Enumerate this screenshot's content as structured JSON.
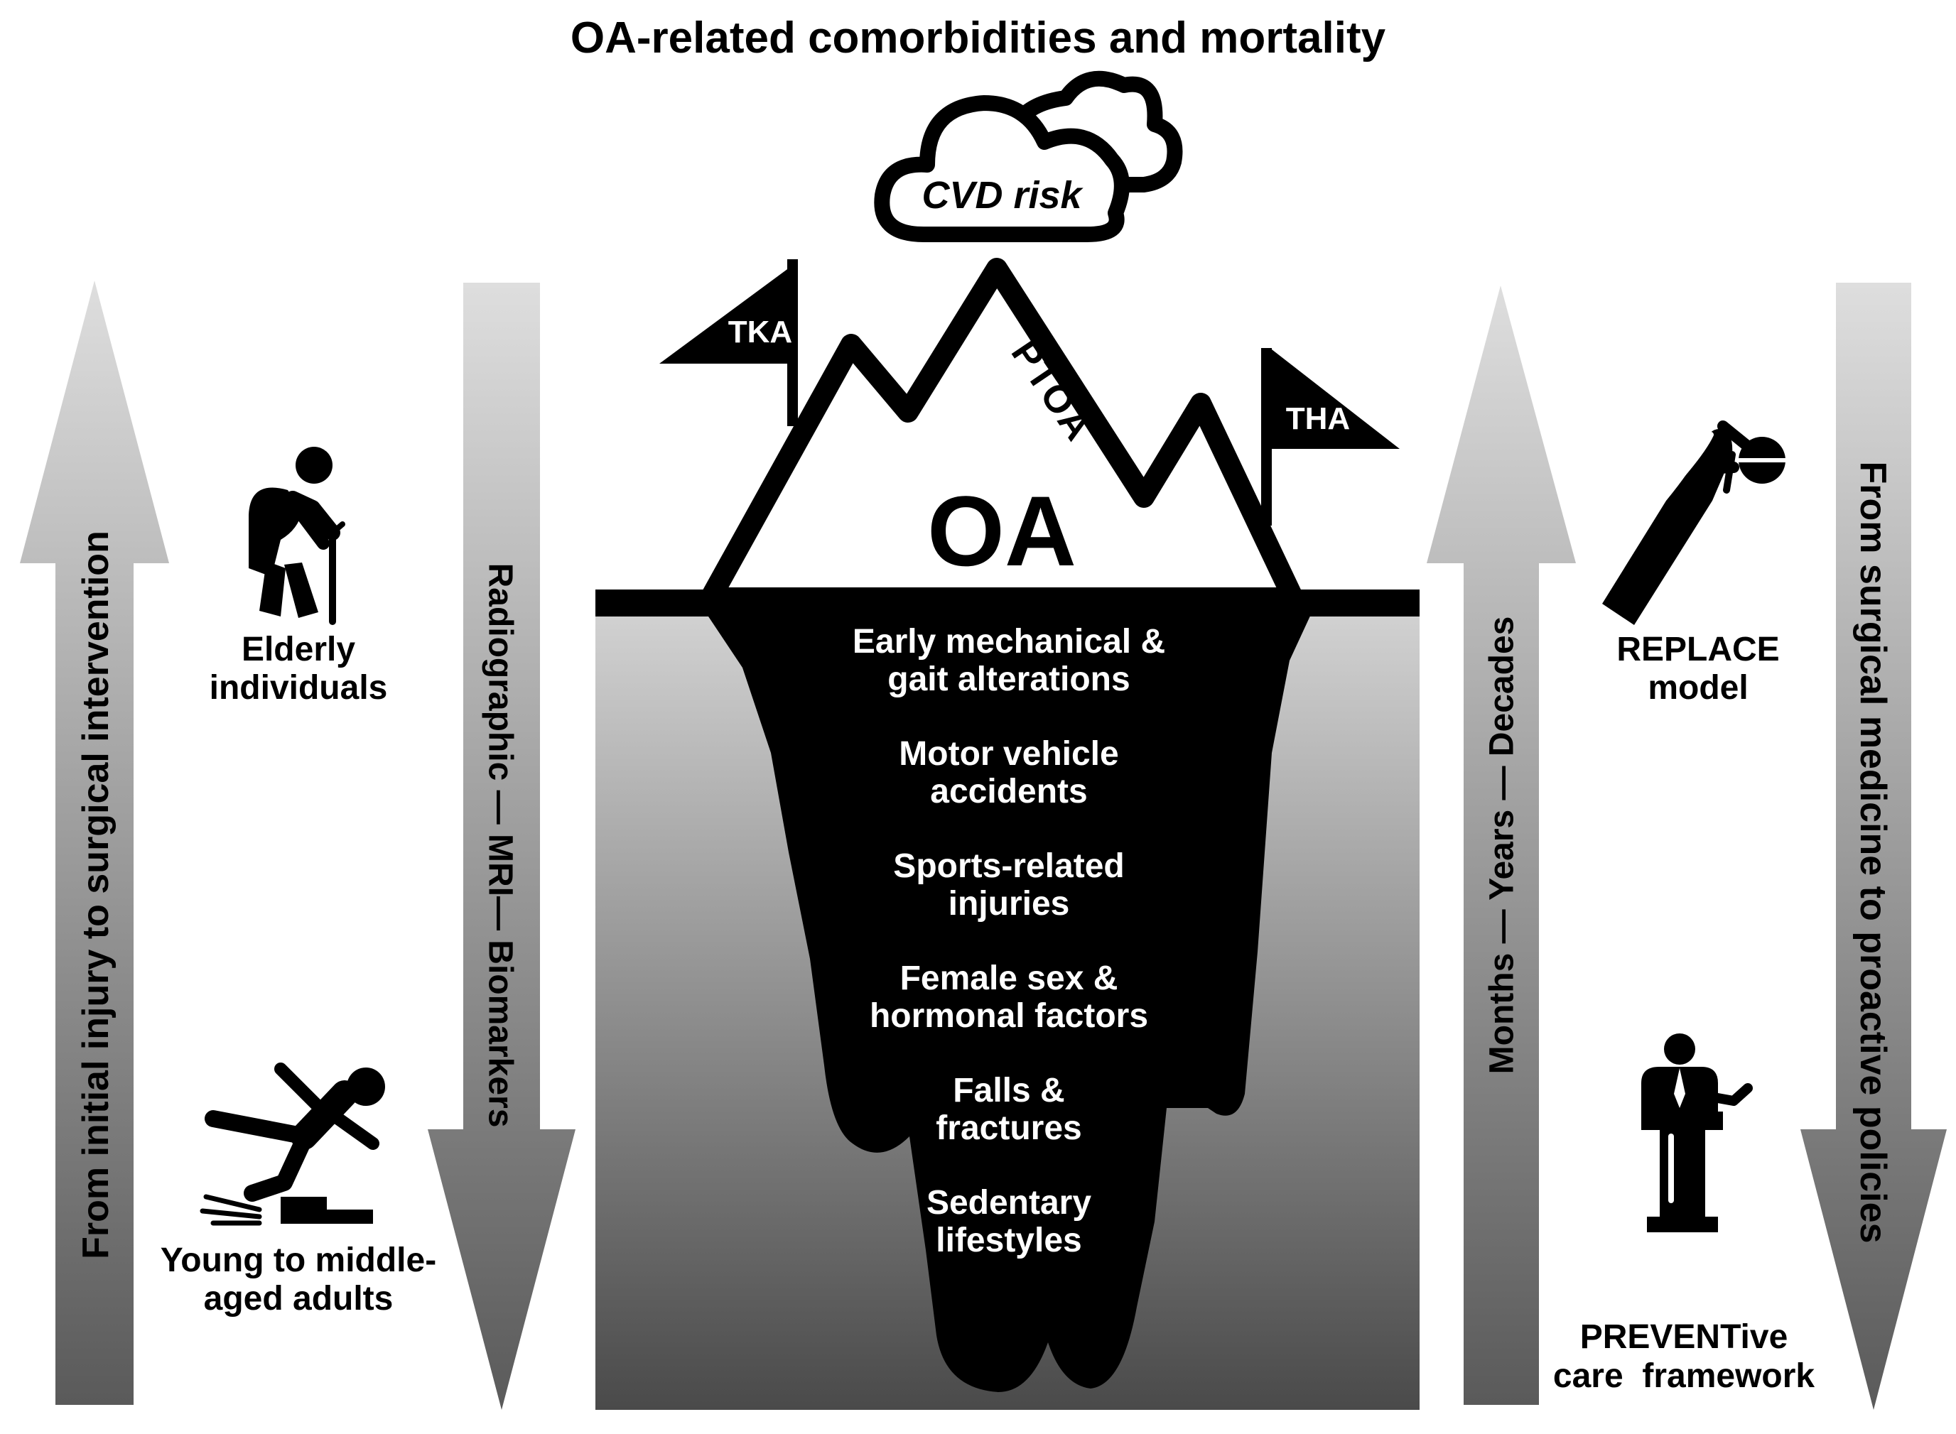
{
  "title": "OA-related comorbidities and mortality",
  "cloud_label": "CVD risk",
  "flags": {
    "left": "TKA",
    "right": "THA"
  },
  "mountain": {
    "ridge_label": "PTOA",
    "main_label": "OA"
  },
  "iceberg_items": [
    {
      "line1": "Early mechanical &",
      "line2": "gait alterations"
    },
    {
      "line1": "Motor vehicle",
      "line2": "accidents"
    },
    {
      "line1": "Sports-related",
      "line2": "injuries"
    },
    {
      "line1": "Female sex &",
      "line2": "hormonal factors"
    },
    {
      "line1": "Falls &",
      "line2": "fractures"
    },
    {
      "line1": "Sedentary",
      "line2": "lifestyles"
    }
  ],
  "arrows": {
    "left_outer": "From initial injury to surgical intervention",
    "left_inner": "Radiographic — MRI— Biomarkers",
    "right_inner": "Months — Years — Decades",
    "right_outer": "From surgical medicine to proactive policies"
  },
  "groups": {
    "elderly": {
      "line1": "Elderly",
      "line2": "individuals"
    },
    "young": {
      "line1": "Young to middle-",
      "line2": "aged adults"
    },
    "replace": {
      "line1": "REPLACE",
      "line2": "model"
    },
    "prevent": {
      "line1": "PREVENTive",
      "line2": "care  framework"
    }
  },
  "icons": [
    "elderly-person-icon",
    "falling-person-icon",
    "hip-implant-icon",
    "speaker-at-podium-icon",
    "cloud-icon",
    "flag-icon"
  ],
  "colors": {
    "ink": "#000000",
    "arrow_light": "#d9d9d9",
    "arrow_dark": "#595959",
    "water_top": "#d0d0d0",
    "water_bottom": "#4a4a4a"
  }
}
